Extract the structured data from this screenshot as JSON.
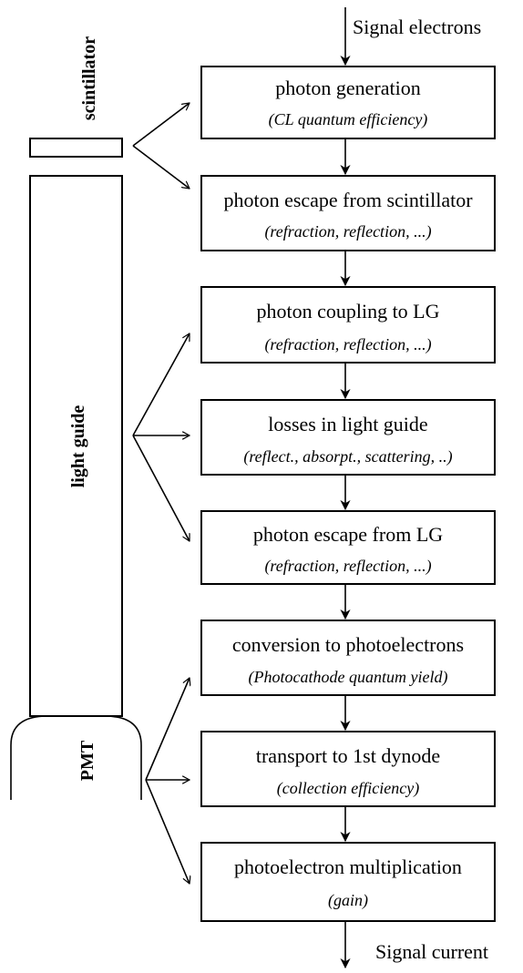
{
  "input_label": "Signal electrons",
  "output_label": "Signal current",
  "components": {
    "scintillator": "scintillator",
    "light_guide": "light guide",
    "pmt": "PMT"
  },
  "steps": [
    {
      "title": "photon generation",
      "subtitle": "(CL quantum efficiency)"
    },
    {
      "title": "photon escape from scintillator",
      "subtitle": "(refraction, reflection, ...)"
    },
    {
      "title": "photon coupling to LG",
      "subtitle": "(refraction, reflection, ...)"
    },
    {
      "title": "losses in light guide",
      "subtitle": "(reflect., absorpt., scattering, ..)"
    },
    {
      "title": "photon escape from LG",
      "subtitle": "(refraction, reflection, ...)"
    },
    {
      "title": "conversion to photoelectrons",
      "subtitle": "(Photocathode quantum yield)"
    },
    {
      "title": "transport to 1st dynode",
      "subtitle": "(collection  efficiency)"
    },
    {
      "title": "photoelectron multiplication",
      "subtitle": "(gain)"
    }
  ]
}
